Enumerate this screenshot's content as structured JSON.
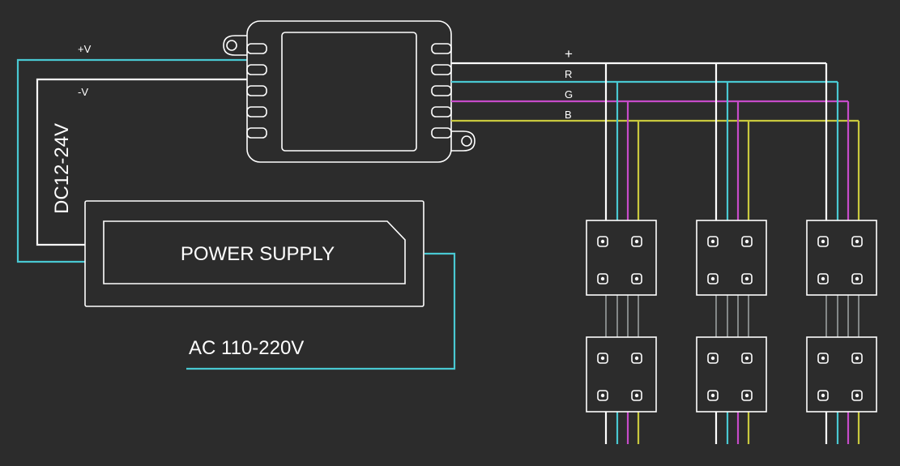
{
  "labels": {
    "plus_v": "+V",
    "minus_v": "-V",
    "dc_voltage": "DC12-24V",
    "power_supply": "POWER SUPPLY",
    "ac_voltage": "AC 110-220V",
    "out_plus": "+",
    "out_r": "R",
    "out_g": "G",
    "out_b": "B"
  },
  "colors": {
    "background": "#2c2c2c",
    "white_wire": "#ffffff",
    "cyan_wire": "#49c8d2",
    "magenta_wire": "#c64bc9",
    "yellow_wire": "#c9c93e"
  },
  "led_modules": {
    "columns": 3,
    "rows": 2
  }
}
